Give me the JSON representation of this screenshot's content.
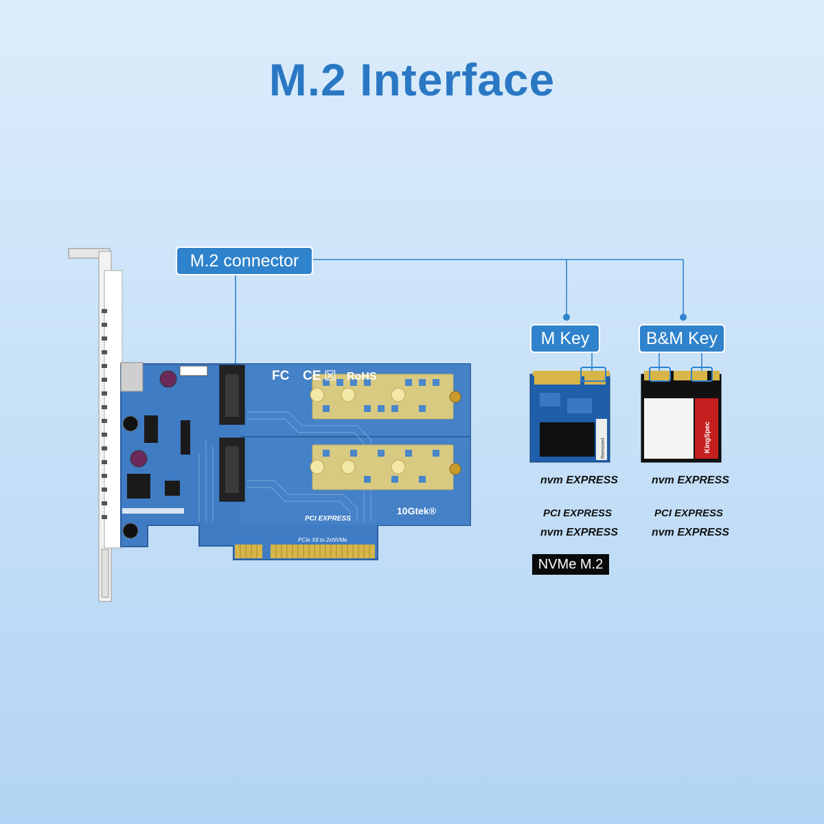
{
  "title": "M.2 Interface",
  "labels": {
    "connector": "M.2 connector",
    "m_key": "M Key",
    "bm_key": "B&M Key"
  },
  "card": {
    "brand": "10Gtek®",
    "model": "PCIe X8 to 2xNVMe",
    "certs": [
      "FC",
      "CE",
      "RoHS"
    ],
    "pci_express_logo": "PCI EXPRESS"
  },
  "ssd_m": {
    "sticker": "Removed",
    "logos": [
      "nvm EXPRESS",
      "PCI EXPRESS",
      "nvm EXPRESS"
    ],
    "badge": "NVMe M.2"
  },
  "ssd_bm": {
    "brand": "KingSpec",
    "logos": [
      "nvm EXPRESS",
      "PCI EXPRESS",
      "nvm EXPRESS"
    ]
  },
  "colors": {
    "title": "#2a78c4",
    "label_bg": "#2f82cc",
    "pcb": "#3f7cc4",
    "gold": "#e8d27a"
  }
}
